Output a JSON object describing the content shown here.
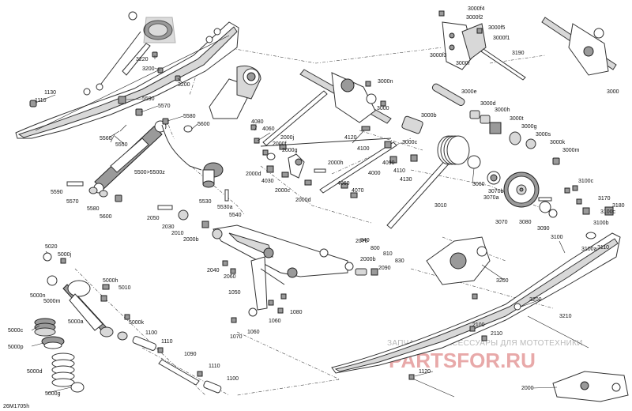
{
  "document_id": "26M1705h",
  "watermark": {
    "tagline": "ЗАПЧАСТИ И АКСЕССУАРЫ ДЛЯ МОТОТЕХНИКИ",
    "brand": "PARTSFOR.RU"
  },
  "callouts": [
    "1130",
    "1110",
    "3220",
    "3200",
    "3200",
    "5590",
    "5570",
    "5580",
    "5600",
    "5560",
    "5550",
    "5500>5500z",
    "5530",
    "5530a",
    "5540",
    "5590",
    "5570",
    "5580",
    "5600",
    "4080",
    "4060",
    "2000j",
    "2000f",
    "2000g",
    "2000d",
    "4030",
    "2000c",
    "2000h",
    "2000d",
    "4120",
    "4100",
    "4090",
    "4110",
    "4130",
    "3000b",
    "3000c",
    "4000",
    "4060",
    "4070",
    "3000n",
    "3000",
    "3000f4",
    "3000f2",
    "3000f5",
    "3000f1",
    "3000f3",
    "3000f",
    "3190",
    "3000e",
    "3000d",
    "3000h",
    "3000t",
    "3000g",
    "3000s",
    "3000k",
    "3000m",
    "3000",
    "3060",
    "3070b",
    "3070a",
    "3070",
    "3080",
    "3090",
    "3010",
    "3100c",
    "3180",
    "3170",
    "3100b",
    "3110",
    "3100a",
    "3100",
    "3100c",
    "2050",
    "2030",
    "2010",
    "2000b",
    "840",
    "800",
    "810",
    "830",
    "2070",
    "2000b",
    "2090",
    "2040",
    "2060",
    "5020",
    "5000j",
    "5000h",
    "5010",
    "5000n",
    "5000m",
    "5000a",
    "5000k",
    "5000c",
    "5000p",
    "5000d",
    "5000g",
    "1050",
    "1080",
    "1060",
    "1070",
    "1060",
    "1100",
    "1110",
    "1090",
    "1110",
    "1100",
    "3200",
    "3200",
    "3210",
    "2100",
    "2110",
    "1120",
    "2000"
  ]
}
